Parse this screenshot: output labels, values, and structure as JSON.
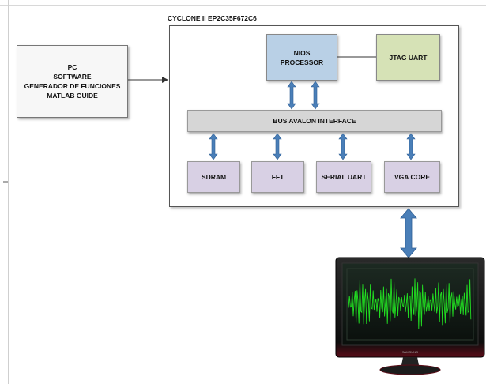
{
  "chip": {
    "title": "CYCLONE II EP2C35F672C6"
  },
  "pc": {
    "lines": [
      "PC",
      "SOFTWARE",
      "GENERADOR DE FUNCIONES",
      "MATLAB GUIDE"
    ]
  },
  "nios": {
    "lines": [
      "NIOS",
      "PROCESSOR"
    ]
  },
  "jtag": {
    "label": "JTAG UART"
  },
  "bus": {
    "label": "BUS AVALON INTERFACE"
  },
  "peripherals": {
    "sdram": "SDRAM",
    "fft": "FFT",
    "serial": "SERIAL UART",
    "vga": "VGA CORE"
  },
  "colors": {
    "arrow_fill": "#4a7fb8",
    "arrow_stroke": "#2f5f94",
    "signal": "#22dd22",
    "monitor_bezel": "#1a1a1a",
    "monitor_accent": "#8a1020"
  },
  "icons": [
    "double-arrow-icon",
    "monitor-icon",
    "waveform-icon"
  ]
}
